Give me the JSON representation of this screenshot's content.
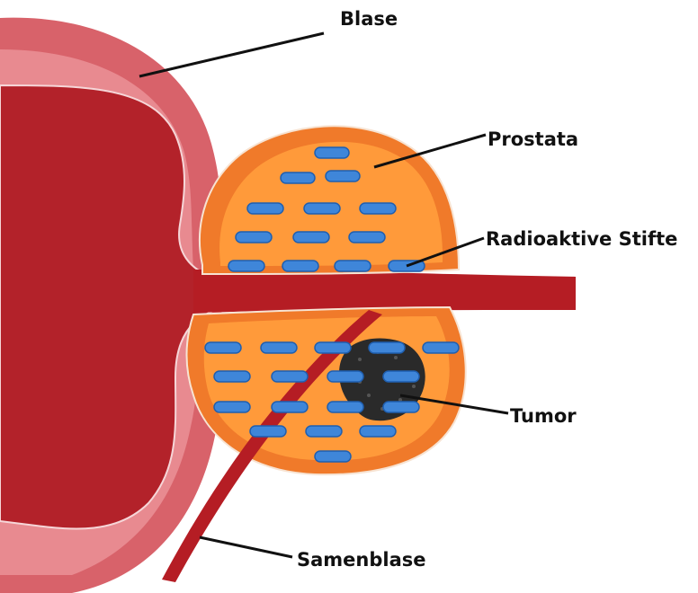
{
  "labels": {
    "bladder": "Blase",
    "prostate": "Prostata",
    "seeds": "Radioaktive Stifte",
    "tumor": "Tumor",
    "seminal_vesicle": "Samenblase"
  },
  "colors": {
    "bladder_outer": "#d8626a",
    "bladder_wall": "#e88a90",
    "bladder_inner": "#b3222a",
    "prostate_outer": "#f07a2a",
    "prostate_inner": "#ff9a3a",
    "urethra": "#b51d24",
    "seed": "#3f86d9",
    "seed_stroke": "#1f5fb0",
    "tumor": "#2a2a2a",
    "leader": "#111111"
  },
  "icons": {
    "seed": "seed-icon",
    "tumor": "tumor-icon"
  }
}
